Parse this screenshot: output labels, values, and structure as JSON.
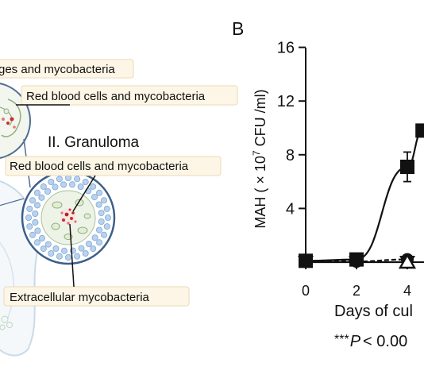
{
  "panel_a": {
    "labels": {
      "macrophages": "ges and mycobacteria",
      "rbc_top": "Red blood cells and mycobacteria",
      "granuloma": "II. Granuloma",
      "rbc_mid": "Red blood cells and mycobacteria",
      "extracellular": "Extracellular mycobacteria"
    }
  },
  "panel_b": {
    "letter": "B",
    "footnote_stars": "***",
    "footnote_p": "P",
    "footnote_rest": "< 0.00"
  },
  "chart_data": {
    "type": "line",
    "xlabel": "Days of cul",
    "ylabel": "MAH ( × 10⁷ CFU /ml)",
    "ylabel_parts": {
      "prefix": "MAH ( × 10",
      "sup": "7",
      "suffix": " CFU /ml)"
    },
    "x_ticks": [
      "0",
      "2",
      "4"
    ],
    "y_ticks": [
      "4",
      "8",
      "12",
      "16"
    ],
    "xlim": [
      0,
      4.5
    ],
    "ylim": [
      0,
      16
    ],
    "series": [
      {
        "marker": "square",
        "x": [
          0,
          2,
          4,
          4.6
        ],
        "y": [
          0.1,
          0.2,
          7.1,
          9.8
        ],
        "err": [
          0,
          0,
          1.1,
          0
        ]
      },
      {
        "marker": "circle",
        "x": [
          0,
          2,
          4
        ],
        "y": [
          0.05,
          0.05,
          0.2
        ],
        "err": [
          0,
          0,
          0
        ]
      },
      {
        "marker": "triangle-down",
        "x": [
          0,
          2,
          4
        ],
        "y": [
          0.0,
          0.0,
          0.0
        ],
        "err": [
          0,
          0,
          0
        ]
      },
      {
        "marker": "triangle-up-open",
        "x": [
          4
        ],
        "y": [
          0.0
        ],
        "err": [
          0
        ]
      }
    ]
  }
}
